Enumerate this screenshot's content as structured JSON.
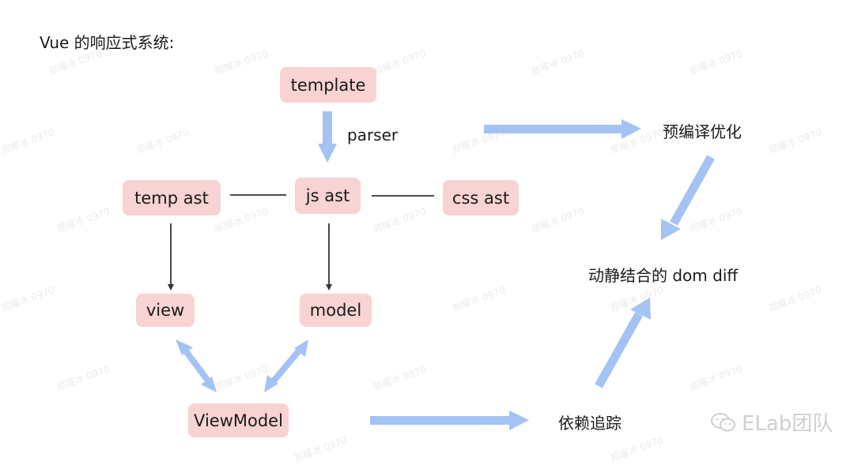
{
  "title": "Vue 的响应式系统:",
  "nodes": {
    "template": "template",
    "temp_ast": "temp ast",
    "js_ast": "js ast",
    "css_ast": "css ast",
    "view": "view",
    "model": "model",
    "viewmodel": "ViewModel"
  },
  "labels": {
    "parser": "parser",
    "precompile": "预编译优化",
    "dom_diff": "动静结合的 dom diff",
    "dep_track": "依赖追踪"
  },
  "watermark": "郑耀冰 0970",
  "logo_text": "ELab团队",
  "colors": {
    "node_fill": "#f7d3d3",
    "arrow_blue": "#a4c2f4",
    "line_dark": "#333333"
  }
}
